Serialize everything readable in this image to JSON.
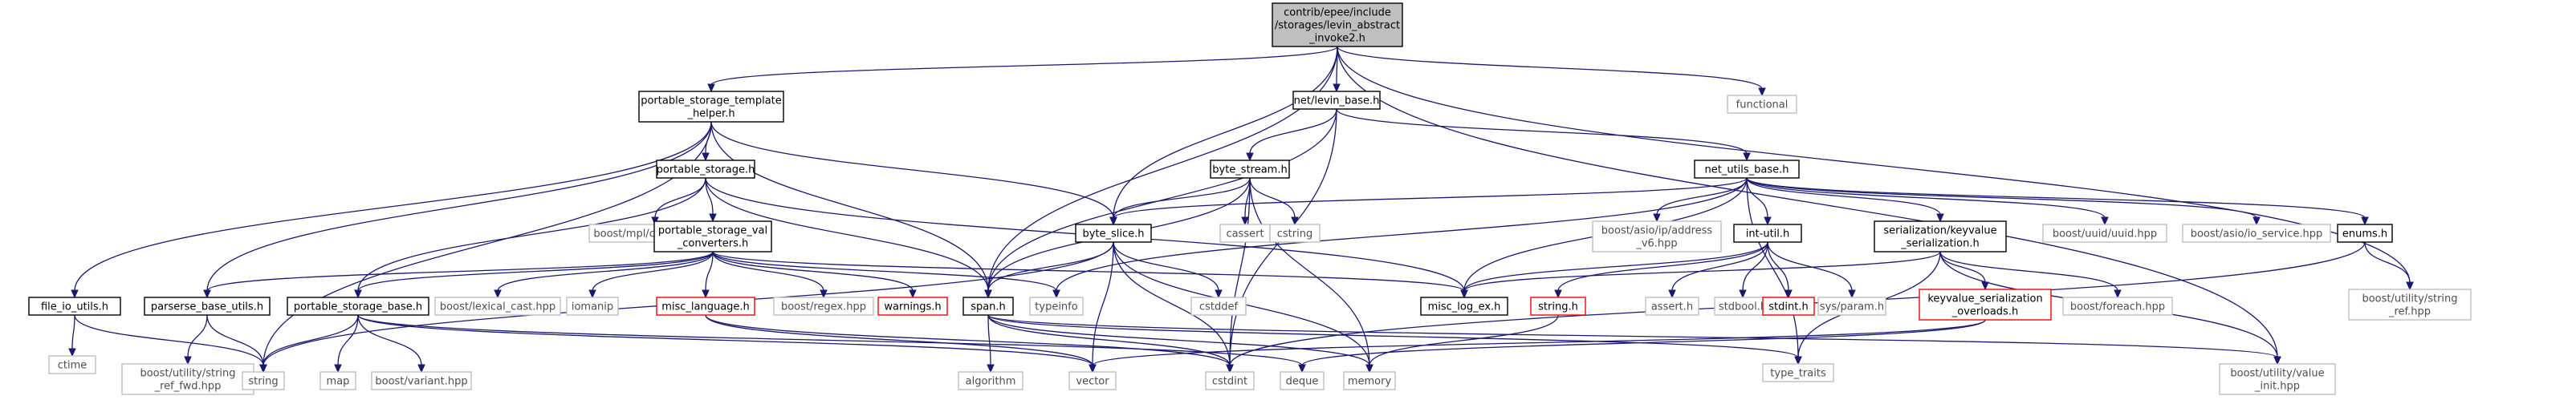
{
  "diagram": {
    "root": "root",
    "nodes": [
      {
        "id": "root",
        "lines": [
          "contrib/epee/include",
          "/storages/levin_abstract",
          "_invoke2.h"
        ],
        "style": "root"
      },
      {
        "id": "psth",
        "lines": [
          "portable_storage_template",
          "_helper.h"
        ],
        "style": "normal"
      },
      {
        "id": "net_levin",
        "lines": [
          "net/levin_base.h"
        ],
        "style": "normal"
      },
      {
        "id": "functional",
        "lines": [
          "functional"
        ],
        "style": "ext"
      },
      {
        "id": "ps",
        "lines": [
          "portable_storage.h"
        ],
        "style": "normal"
      },
      {
        "id": "byte_stream",
        "lines": [
          "byte_stream.h"
        ],
        "style": "normal"
      },
      {
        "id": "net_utils",
        "lines": [
          "net_utils_base.h"
        ],
        "style": "normal"
      },
      {
        "id": "mpl",
        "lines": [
          "boost/mpl/contains.hpp"
        ],
        "style": "ext"
      },
      {
        "id": "psvc",
        "lines": [
          "portable_storage_val",
          "_converters.h"
        ],
        "style": "normal"
      },
      {
        "id": "byte_slice",
        "lines": [
          "byte_slice.h"
        ],
        "style": "normal"
      },
      {
        "id": "cassert",
        "lines": [
          "cassert"
        ],
        "style": "ext"
      },
      {
        "id": "cstring",
        "lines": [
          "cstring"
        ],
        "style": "ext"
      },
      {
        "id": "asio_addr",
        "lines": [
          "boost/asio/ip/address",
          "_v6.hpp"
        ],
        "style": "ext"
      },
      {
        "id": "int_util",
        "lines": [
          "int-util.h"
        ],
        "style": "normal"
      },
      {
        "id": "ser_kv",
        "lines": [
          "serialization/keyvalue",
          "_serialization.h"
        ],
        "style": "normal"
      },
      {
        "id": "uuid",
        "lines": [
          "boost/uuid/uuid.hpp"
        ],
        "style": "ext"
      },
      {
        "id": "io_service",
        "lines": [
          "boost/asio/io_service.hpp"
        ],
        "style": "ext"
      },
      {
        "id": "enums",
        "lines": [
          "enums.h"
        ],
        "style": "normal"
      },
      {
        "id": "file_io",
        "lines": [
          "file_io_utils.h"
        ],
        "style": "normal"
      },
      {
        "id": "parserse",
        "lines": [
          "parserse_base_utils.h"
        ],
        "style": "normal"
      },
      {
        "id": "psb",
        "lines": [
          "portable_storage_base.h"
        ],
        "style": "normal"
      },
      {
        "id": "lexical",
        "lines": [
          "boost/lexical_cast.hpp"
        ],
        "style": "ext"
      },
      {
        "id": "iomanip",
        "lines": [
          "iomanip"
        ],
        "style": "ext"
      },
      {
        "id": "misc_lang",
        "lines": [
          "misc_language.h"
        ],
        "style": "missing"
      },
      {
        "id": "regex",
        "lines": [
          "boost/regex.hpp"
        ],
        "style": "ext"
      },
      {
        "id": "warnings",
        "lines": [
          "warnings.h"
        ],
        "style": "missing"
      },
      {
        "id": "span",
        "lines": [
          "span.h"
        ],
        "style": "normal"
      },
      {
        "id": "typeinfo",
        "lines": [
          "typeinfo"
        ],
        "style": "ext"
      },
      {
        "id": "cstddef",
        "lines": [
          "cstddef"
        ],
        "style": "ext"
      },
      {
        "id": "misc_log",
        "lines": [
          "misc_log_ex.h"
        ],
        "style": "normal"
      },
      {
        "id": "string_h",
        "lines": [
          "string.h"
        ],
        "style": "missing"
      },
      {
        "id": "assert_h",
        "lines": [
          "assert.h"
        ],
        "style": "ext"
      },
      {
        "id": "stdbool",
        "lines": [
          "stdbool.h"
        ],
        "style": "ext"
      },
      {
        "id": "stdint",
        "lines": [
          "stdint.h"
        ],
        "style": "missing"
      },
      {
        "id": "sysparam",
        "lines": [
          "sys/param.h"
        ],
        "style": "ext"
      },
      {
        "id": "kvso",
        "lines": [
          "keyvalue_serialization",
          "_overloads.h"
        ],
        "style": "missing"
      },
      {
        "id": "foreach",
        "lines": [
          "boost/foreach.hpp"
        ],
        "style": "ext"
      },
      {
        "id": "string_ref",
        "lines": [
          "boost/utility/string",
          "_ref.hpp"
        ],
        "style": "ext"
      },
      {
        "id": "ctime",
        "lines": [
          "ctime"
        ],
        "style": "ext"
      },
      {
        "id": "string_ref_fwd",
        "lines": [
          "boost/utility/string",
          "_ref_fwd.hpp"
        ],
        "style": "ext"
      },
      {
        "id": "string",
        "lines": [
          "string"
        ],
        "style": "ext"
      },
      {
        "id": "map",
        "lines": [
          "map"
        ],
        "style": "ext"
      },
      {
        "id": "variant",
        "lines": [
          "boost/variant.hpp"
        ],
        "style": "ext"
      },
      {
        "id": "algorithm",
        "lines": [
          "algorithm"
        ],
        "style": "ext"
      },
      {
        "id": "vector",
        "lines": [
          "vector"
        ],
        "style": "ext"
      },
      {
        "id": "cstdint",
        "lines": [
          "cstdint"
        ],
        "style": "ext"
      },
      {
        "id": "deque",
        "lines": [
          "deque"
        ],
        "style": "ext"
      },
      {
        "id": "memory",
        "lines": [
          "memory"
        ],
        "style": "ext"
      },
      {
        "id": "type_traits",
        "lines": [
          "type_traits"
        ],
        "style": "ext"
      },
      {
        "id": "value_init",
        "lines": [
          "boost/utility/value",
          "_init.hpp"
        ],
        "style": "ext"
      }
    ],
    "edges": [
      [
        "root",
        "psth"
      ],
      [
        "root",
        "net_levin"
      ],
      [
        "root",
        "functional"
      ],
      [
        "root",
        "span"
      ],
      [
        "root",
        "byte_slice"
      ],
      [
        "root",
        "string_ref"
      ],
      [
        "root",
        "value_init"
      ],
      [
        "psth",
        "ps"
      ],
      [
        "psth",
        "file_io"
      ],
      [
        "psth",
        "parserse"
      ],
      [
        "psth",
        "span"
      ],
      [
        "psth",
        "byte_slice"
      ],
      [
        "psth",
        "string"
      ],
      [
        "ps",
        "mpl"
      ],
      [
        "ps",
        "psvc"
      ],
      [
        "ps",
        "psb"
      ],
      [
        "ps",
        "span"
      ],
      [
        "ps",
        "misc_log"
      ],
      [
        "net_levin",
        "byte_stream"
      ],
      [
        "net_levin",
        "net_utils"
      ],
      [
        "net_levin",
        "span"
      ],
      [
        "net_levin",
        "cstdint"
      ],
      [
        "byte_stream",
        "byte_slice"
      ],
      [
        "byte_stream",
        "span"
      ],
      [
        "byte_stream",
        "cassert"
      ],
      [
        "byte_stream",
        "cstring"
      ],
      [
        "byte_stream",
        "cstdint"
      ],
      [
        "byte_stream",
        "memory"
      ],
      [
        "net_utils",
        "asio_addr"
      ],
      [
        "net_utils",
        "int_util"
      ],
      [
        "net_utils",
        "ser_kv"
      ],
      [
        "net_utils",
        "uuid"
      ],
      [
        "net_utils",
        "io_service"
      ],
      [
        "net_utils",
        "enums"
      ],
      [
        "net_utils",
        "byte_slice"
      ],
      [
        "net_utils",
        "misc_log"
      ],
      [
        "net_utils",
        "typeinfo"
      ],
      [
        "net_utils",
        "type_traits"
      ],
      [
        "psvc",
        "parserse"
      ],
      [
        "psvc",
        "psb"
      ],
      [
        "psvc",
        "lexical"
      ],
      [
        "psvc",
        "iomanip"
      ],
      [
        "psvc",
        "misc_lang"
      ],
      [
        "psvc",
        "regex"
      ],
      [
        "psvc",
        "warnings"
      ],
      [
        "psvc",
        "misc_log"
      ],
      [
        "psvc",
        "typeinfo"
      ],
      [
        "byte_slice",
        "span"
      ],
      [
        "byte_slice",
        "cstddef"
      ],
      [
        "byte_slice",
        "vector"
      ],
      [
        "byte_slice",
        "cstdint"
      ],
      [
        "byte_slice",
        "memory"
      ],
      [
        "byte_slice",
        "string"
      ],
      [
        "int_util",
        "assert_h"
      ],
      [
        "int_util",
        "stdbool"
      ],
      [
        "int_util",
        "stdint"
      ],
      [
        "int_util",
        "string_h"
      ],
      [
        "int_util",
        "sysparam"
      ],
      [
        "int_util",
        "misc_log"
      ],
      [
        "ser_kv",
        "misc_log"
      ],
      [
        "ser_kv",
        "kvso"
      ],
      [
        "ser_kv",
        "foreach"
      ],
      [
        "ser_kv",
        "type_traits"
      ],
      [
        "ser_kv",
        "value_init"
      ],
      [
        "enums",
        "string_ref"
      ],
      [
        "enums",
        "cstdint"
      ],
      [
        "file_io",
        "ctime"
      ],
      [
        "file_io",
        "string"
      ],
      [
        "parserse",
        "string_ref_fwd"
      ],
      [
        "parserse",
        "string"
      ],
      [
        "psb",
        "string"
      ],
      [
        "psb",
        "map"
      ],
      [
        "psb",
        "variant"
      ],
      [
        "psb",
        "vector"
      ],
      [
        "psb",
        "deque"
      ],
      [
        "misc_lang",
        "vector"
      ],
      [
        "misc_lang",
        "cstdint"
      ],
      [
        "span",
        "algorithm"
      ],
      [
        "span",
        "cstdint"
      ],
      [
        "span",
        "memory"
      ],
      [
        "span",
        "type_traits"
      ],
      [
        "span",
        "value_init"
      ],
      [
        "string_h",
        "memory"
      ],
      [
        "kvso",
        "vector"
      ],
      [
        "kvso",
        "deque"
      ]
    ]
  },
  "colors": {
    "edge": "#191970",
    "node_border": "#000000",
    "ext_border": "#bfbfbf",
    "missing_border": "#ff0000",
    "root_fill": "#bfbfbf",
    "text": "#000000",
    "ext_text": "#4d4d4d"
  }
}
